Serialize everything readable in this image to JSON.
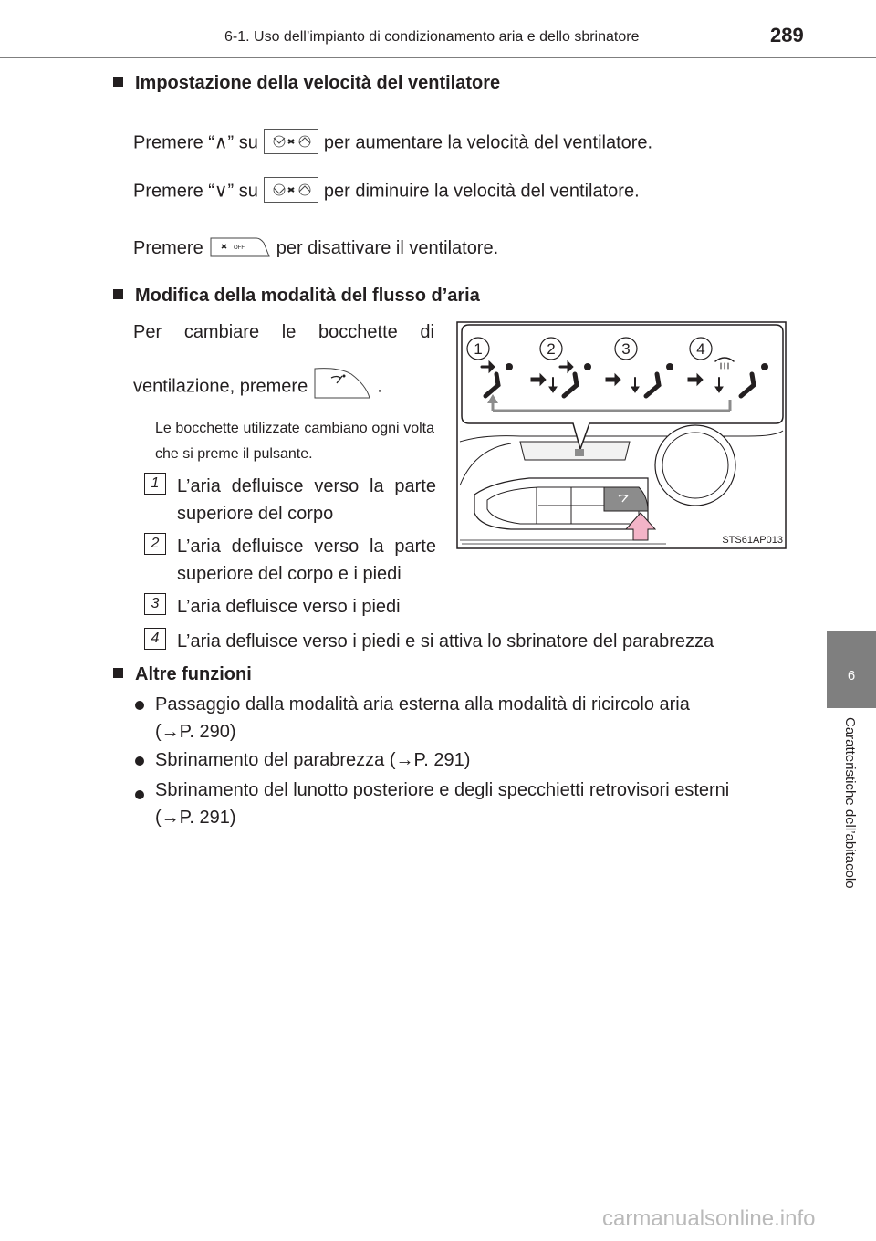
{
  "header": {
    "title": "6-1. Uso dell’impianto di condizionamento aria e dello sbrinatore",
    "page_number": "289"
  },
  "side_tab": {
    "number": "6",
    "section_label": "Caratteristiche dell’abitacolo"
  },
  "section_fan": {
    "heading": "Impostazione della velocità del ventilatore",
    "increase_prefix": "Premere “∧” su",
    "increase_suffix": "per aumentare la velocità del ventilatore.",
    "decrease_prefix": "Premere “∨” su",
    "decrease_suffix": "per diminuire la velocità del ventilatore.",
    "off_prefix": "Premere",
    "off_suffix": "per disattivare il ventilatore.",
    "off_button_label": "OFF"
  },
  "section_airflow": {
    "heading": "Modifica della modalità del flusso d’aria",
    "intro_line1": "Per cambiare le bocchette di",
    "intro_line2_prefix": "ventilazione, premere",
    "intro_line2_suffix": ".",
    "note": "Le bocchette utilizzate cambiano ogni volta che si preme il pulsante.",
    "modes": [
      {
        "number": "1",
        "text": "L’aria defluisce verso la parte superiore del corpo"
      },
      {
        "number": "2",
        "text": "L’aria defluisce verso la parte superiore del corpo e i piedi"
      },
      {
        "number": "3",
        "text": "L’aria defluisce verso i piedi"
      },
      {
        "number": "4",
        "text": "L’aria defluisce verso i piedi e si attiva lo sbrinatore del parabrezza"
      }
    ],
    "figure": {
      "code": "STS61AP013",
      "callouts": [
        "1",
        "2",
        "3",
        "4"
      ]
    }
  },
  "section_other": {
    "heading": "Altre funzioni",
    "items": [
      {
        "text": "Passaggio dalla modalità aria esterna alla modalità di ricircolo aria",
        "ref": "(→P. 290)"
      },
      {
        "text": "Sbrinamento del parabrezza (→P. 291)",
        "ref": ""
      },
      {
        "text": "Sbrinamento del lunotto posteriore e degli specchietti retrovisori esterni",
        "ref": "(→P. 291)"
      }
    ]
  },
  "watermark": "carmanualsonline.info"
}
